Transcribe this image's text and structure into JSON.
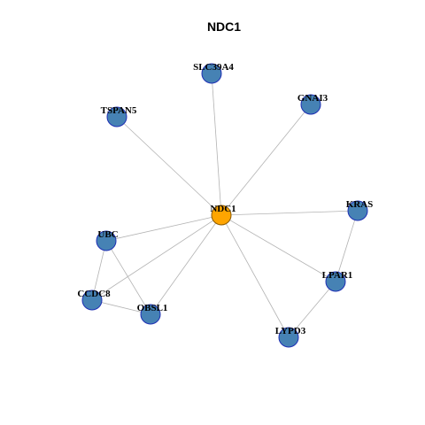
{
  "title": "NDC1",
  "colors": {
    "center_fill": "#FFA500",
    "node_fill": "#4682B4",
    "node_stroke": "#1E2FB4",
    "center_stroke": "#8B5A00",
    "edge": "#B3B3B3"
  },
  "nodes": [
    {
      "id": "NDC1",
      "label": "NDC1",
      "center": true
    },
    {
      "id": "SLC39A4",
      "label": "SLC39A4",
      "center": false
    },
    {
      "id": "GNAI3",
      "label": "GNAI3",
      "center": false
    },
    {
      "id": "TSPAN5",
      "label": "TSPAN5",
      "center": false
    },
    {
      "id": "KRAS",
      "label": "KRAS",
      "center": false
    },
    {
      "id": "UBC",
      "label": "UBC",
      "center": false
    },
    {
      "id": "LPAR1",
      "label": "LPAR1",
      "center": false
    },
    {
      "id": "CCDC8",
      "label": "CCDC8",
      "center": false
    },
    {
      "id": "OBSL1",
      "label": "OBSL1",
      "center": false
    },
    {
      "id": "LYPD3",
      "label": "LYPD3",
      "center": false
    }
  ],
  "edges": [
    [
      "NDC1",
      "SLC39A4"
    ],
    [
      "NDC1",
      "GNAI3"
    ],
    [
      "NDC1",
      "TSPAN5"
    ],
    [
      "NDC1",
      "KRAS"
    ],
    [
      "NDC1",
      "UBC"
    ],
    [
      "NDC1",
      "LPAR1"
    ],
    [
      "NDC1",
      "CCDC8"
    ],
    [
      "NDC1",
      "OBSL1"
    ],
    [
      "NDC1",
      "LYPD3"
    ],
    [
      "KRAS",
      "LPAR1"
    ],
    [
      "LPAR1",
      "LYPD3"
    ],
    [
      "UBC",
      "CCDC8"
    ],
    [
      "UBC",
      "OBSL1"
    ],
    [
      "CCDC8",
      "OBSL1"
    ]
  ]
}
